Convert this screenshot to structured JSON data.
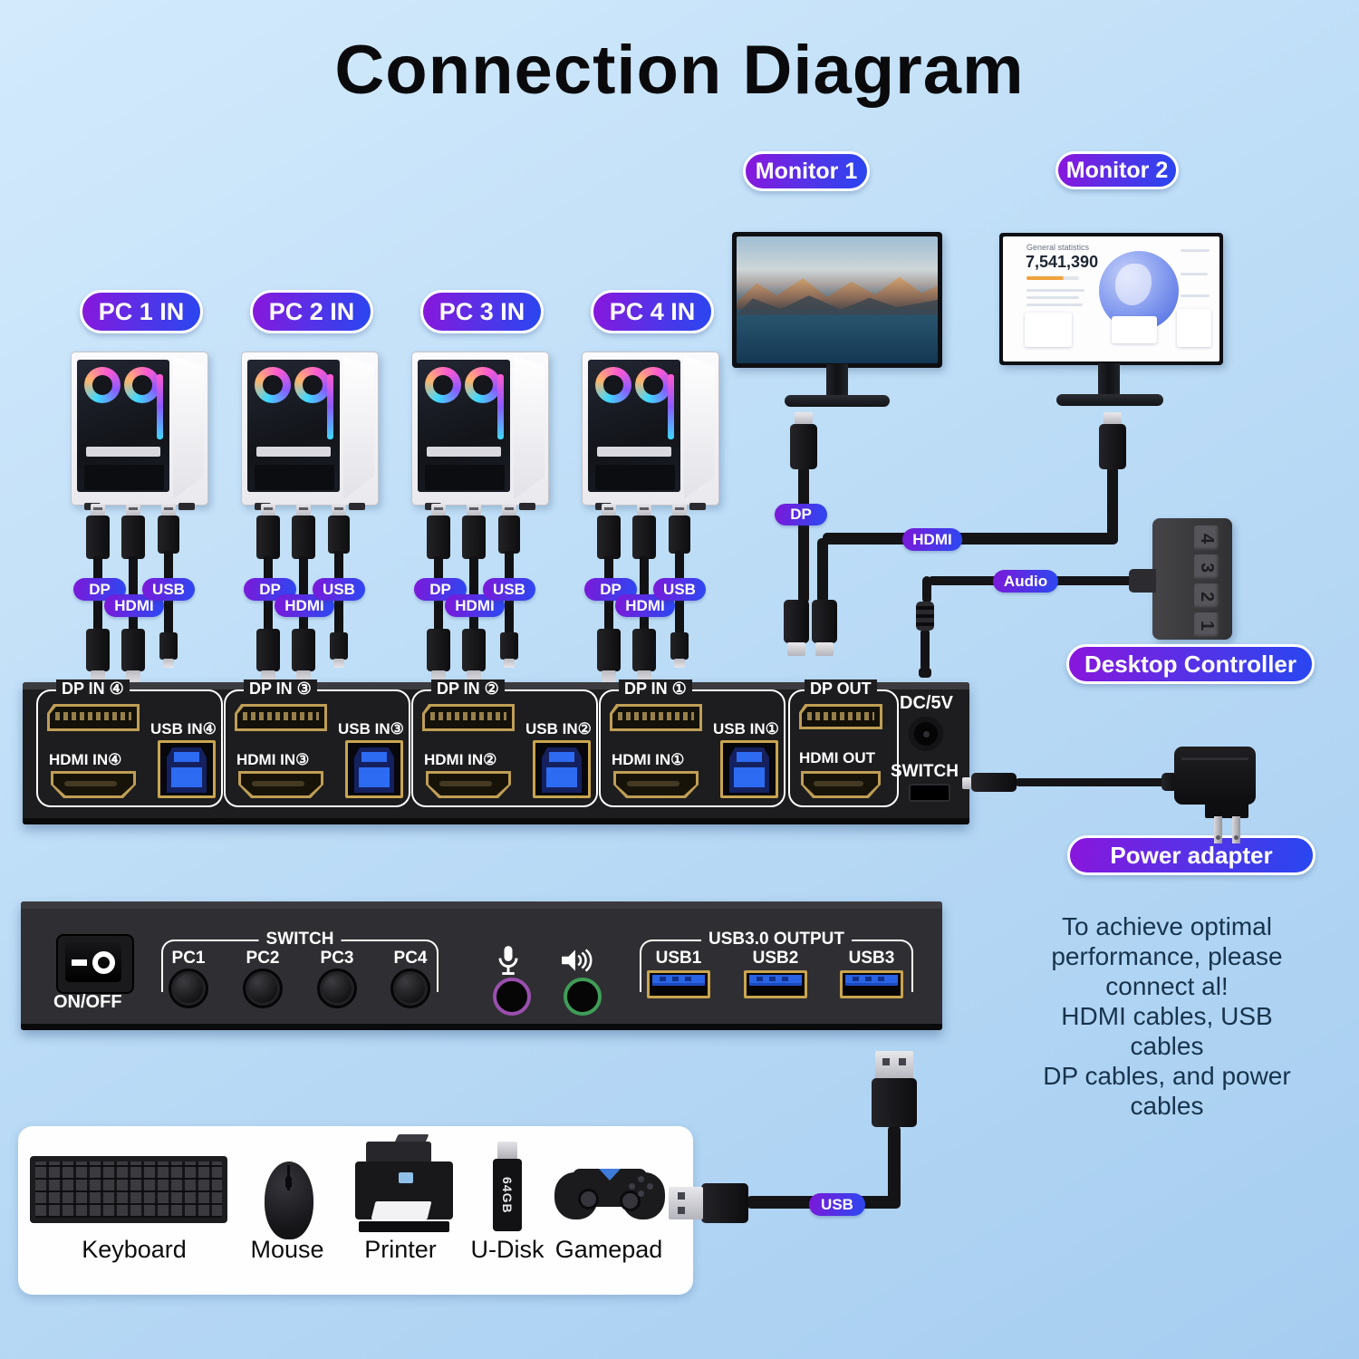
{
  "title": "Connection Diagram",
  "labels": {
    "monitor1": "Monitor 1",
    "monitor2": "Monitor 2",
    "pc_inputs": [
      "PC 1 IN",
      "PC 2 IN",
      "PC 3 IN",
      "PC 4 IN"
    ],
    "cable_tags": {
      "dp": "DP",
      "hdmi": "HDMI",
      "usb": "USB",
      "audio": "Audio"
    },
    "desktop_controller": "Desktop Controller",
    "power_adapter": "Power adapter"
  },
  "controller": {
    "buttons": [
      "4",
      "3",
      "2",
      "1"
    ]
  },
  "kvm_rear": {
    "groups": [
      {
        "dp": "DP IN ④",
        "usb": "USB IN④",
        "hdmi": "HDMI IN④"
      },
      {
        "dp": "DP IN ③",
        "usb": "USB IN③",
        "hdmi": "HDMI IN③"
      },
      {
        "dp": "DP IN ②",
        "usb": "USB IN②",
        "hdmi": "HDMI IN②"
      },
      {
        "dp": "DP IN ①",
        "usb": "USB IN①",
        "hdmi": "HDMI IN①"
      }
    ],
    "out_group": {
      "dp": "DP OUT",
      "hdmi": "HDMI OUT"
    },
    "dc_label": "DC/5V",
    "switch_label": "SWITCH"
  },
  "kvm_front": {
    "power_label": "ON/OFF",
    "switch_section": "SWITCH",
    "pc_buttons": [
      "PC1",
      "PC2",
      "PC3",
      "PC4"
    ],
    "usb_section": "USB3.0 OUTPUT",
    "usb_ports": [
      "USB1",
      "USB2",
      "USB3"
    ]
  },
  "note_lines": [
    "To achieve optimal",
    "performance, please",
    "connect al!",
    "HDMI cables, USB cables",
    "DP cables, and power cables"
  ],
  "peripherals": [
    "Keyboard",
    "Mouse",
    "Printer",
    "U-Disk",
    "Gamepad"
  ],
  "udisk_capacity": "64GB",
  "monitor2_screen": {
    "heading": "General statistics",
    "big_number": "7,541,390"
  },
  "colors": {
    "pill_purple": "#8a16dc",
    "pill_blue": "#2847f0",
    "usb_blue": "#2d6bf2",
    "port_gold": "#bf9e55",
    "mic_ring": "#9a4fae",
    "speaker_ring": "#3f9d57"
  }
}
